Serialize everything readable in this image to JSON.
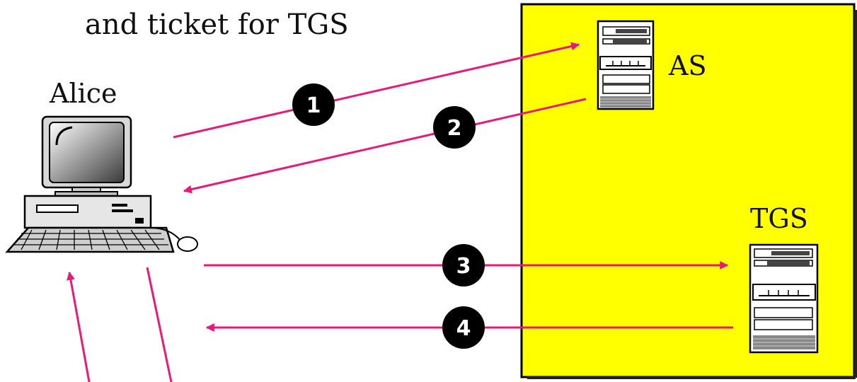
{
  "title_fragment": "and ticket for TGS",
  "actors": {
    "client_label": "Alice",
    "as_label": "AS",
    "tgs_label": "TGS"
  },
  "steps": [
    "1",
    "2",
    "3",
    "4"
  ],
  "colors": {
    "arrow": "#e8197e",
    "server_box": "#ffff00",
    "badge": "#000000"
  },
  "icons": [
    "computer-icon",
    "server-icon"
  ]
}
